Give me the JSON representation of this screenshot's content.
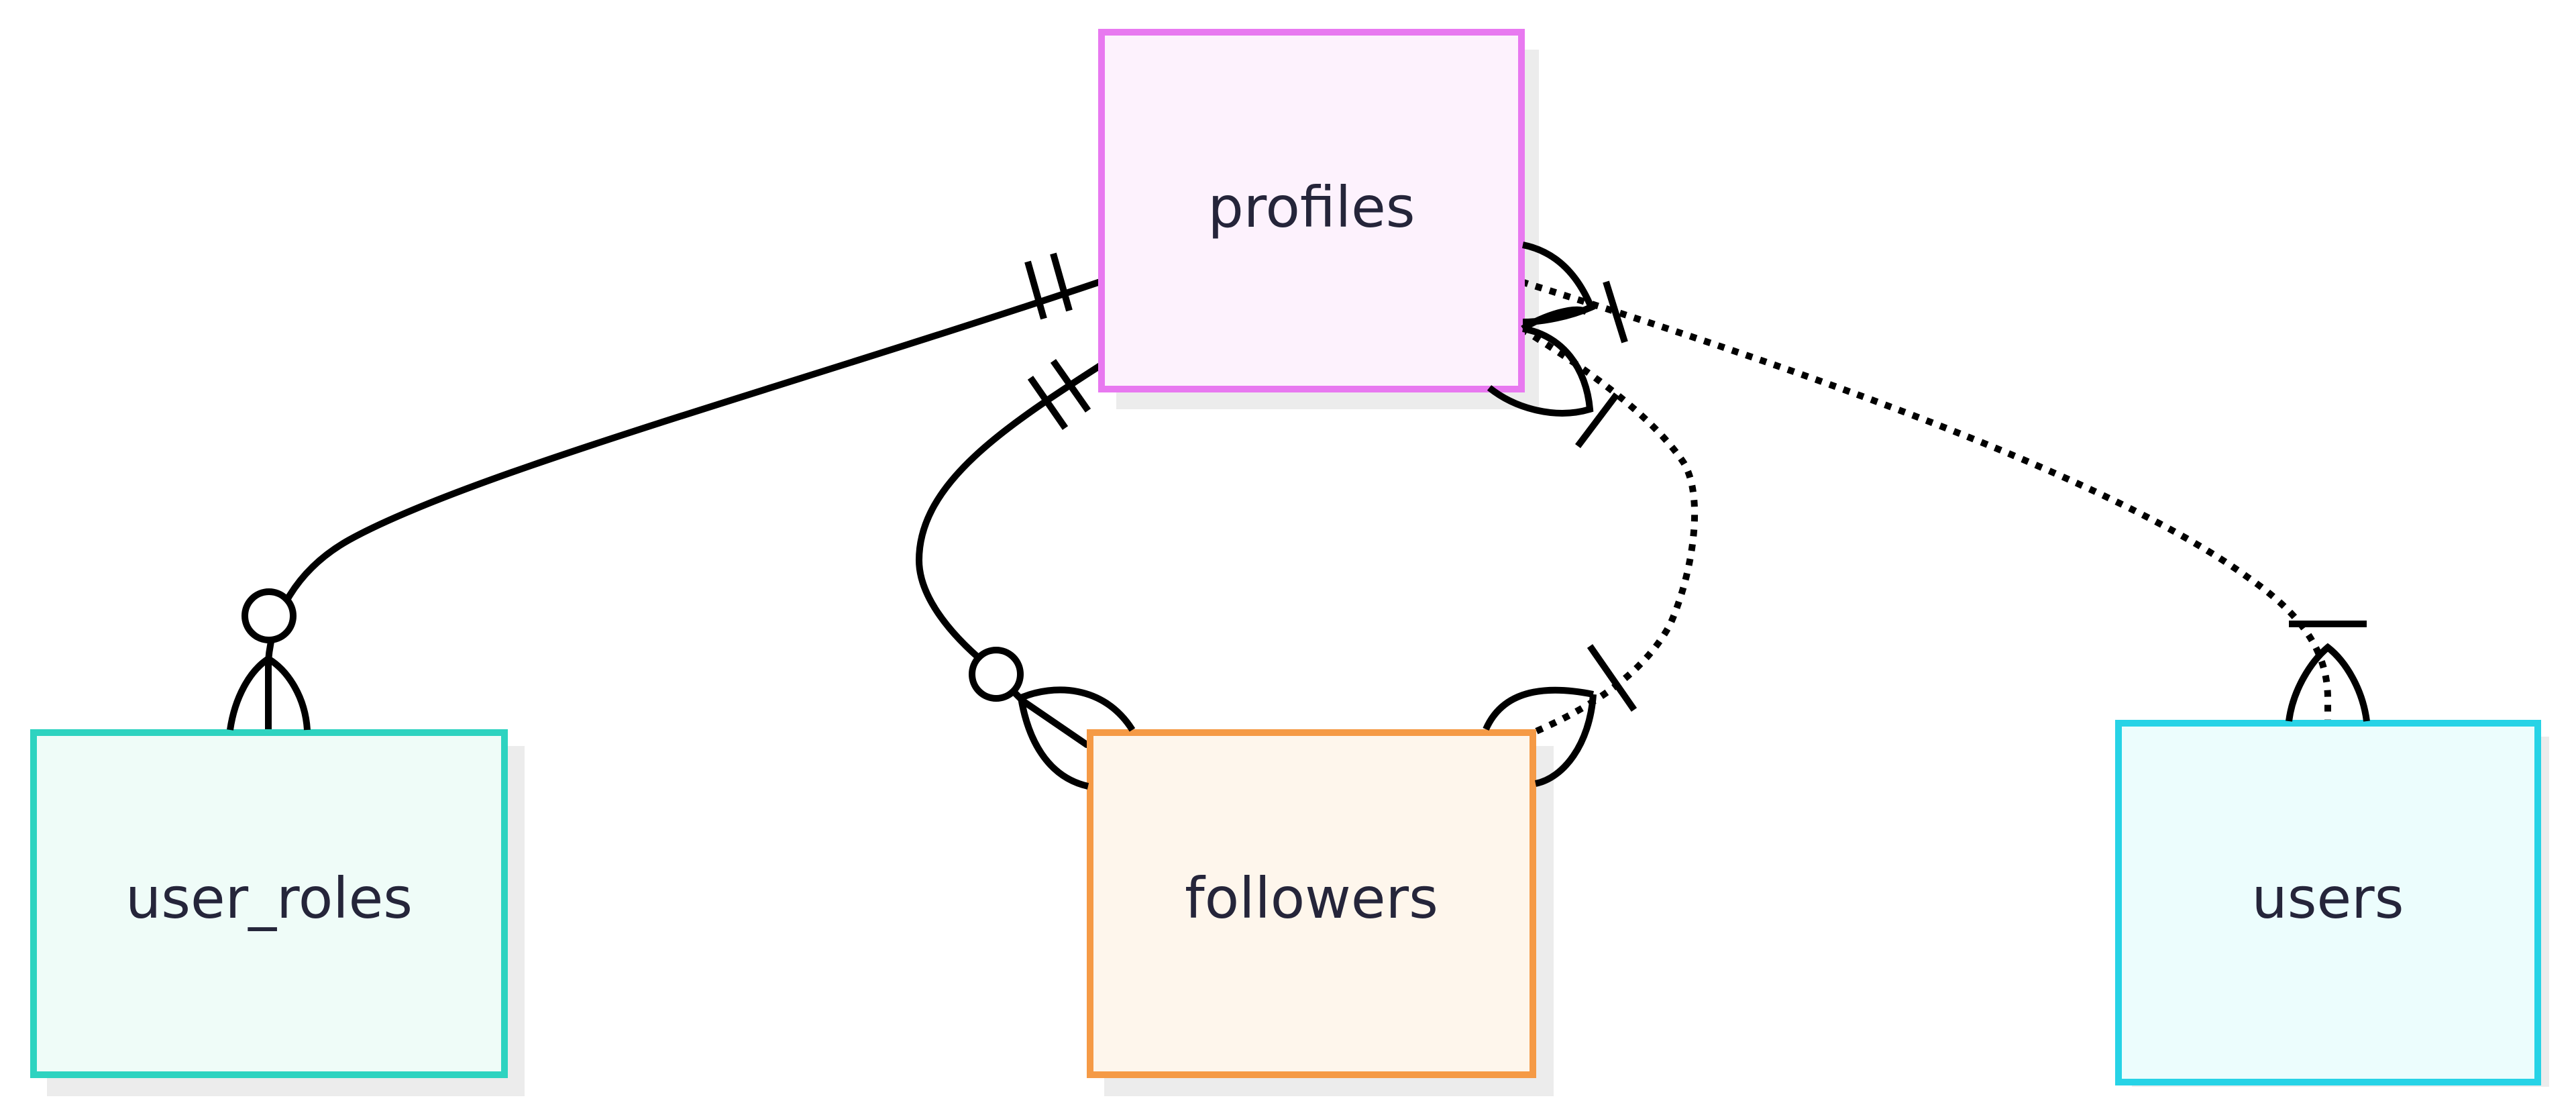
{
  "diagram": {
    "type": "entity-relationship",
    "entities": [
      {
        "id": "profiles",
        "label": "profiles",
        "fill": "#fdf2fd",
        "stroke": "#e879f0"
      },
      {
        "id": "user_roles",
        "label": "user_roles",
        "fill": "#effcf8",
        "stroke": "#2ed3c0"
      },
      {
        "id": "followers",
        "label": "followers",
        "fill": "#fef6ec",
        "stroke": "#f59a46"
      },
      {
        "id": "users",
        "label": "users",
        "fill": "#ecfdfd",
        "stroke": "#27d3e6"
      }
    ],
    "relationships": [
      {
        "from": "profiles",
        "to": "user_roles",
        "from_cardinality": "exactly-one",
        "to_cardinality": "zero-or-many",
        "line": "solid"
      },
      {
        "from": "profiles",
        "to": "followers",
        "from_cardinality": "exactly-one",
        "to_cardinality": "zero-or-many",
        "line": "solid"
      },
      {
        "from": "profiles",
        "to": "followers",
        "from_cardinality": "one-or-many",
        "to_cardinality": "one-or-many",
        "line": "dotted"
      },
      {
        "from": "profiles",
        "to": "users",
        "from_cardinality": "one-or-many",
        "to_cardinality": "one-or-many",
        "line": "dotted"
      }
    ]
  }
}
